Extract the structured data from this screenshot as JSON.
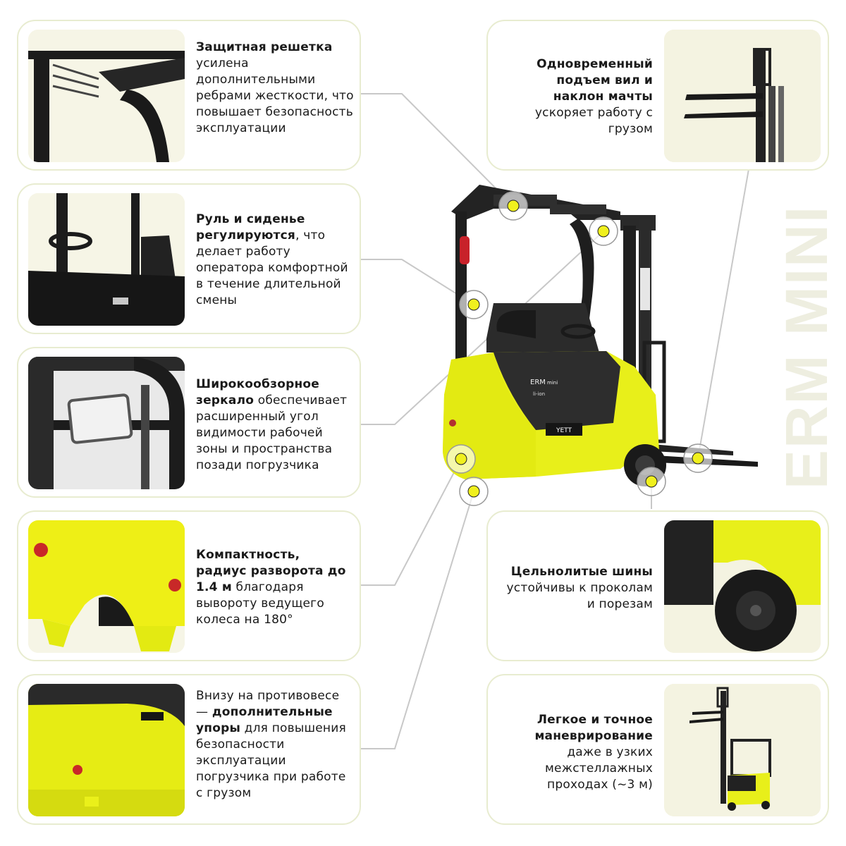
{
  "watermark": "ERM MINI",
  "colors": {
    "brand_yellow": "#f0f01e",
    "thumb_bg": "#f4f3e1",
    "card_border": "#e8ecd0",
    "line": "#c8c8c8"
  },
  "hero": {
    "model_label": "ERM",
    "model_sub": "mini",
    "battery_label": "li-ion",
    "brand": "YETT"
  },
  "features": [
    {
      "bold": "Защитная решетка",
      "rest": " усилена дополнительными ребрами жесткости, что повышает безопасность эксплуатации",
      "image": "overhead-guard"
    },
    {
      "bold": "Руль и сиденье регулируются",
      "rest": ", что делает работу оператора комфортной в течение длительной смены",
      "image": "steering-seat"
    },
    {
      "bold": "Широкообзорное зеркало",
      "rest": " обеспечивает расширенный угол видимости рабочей зоны и пространства позади погрузчика",
      "image": "mirror"
    },
    {
      "bold": "Компактность, радиус разворота до 1.4 м",
      "rest": " благодаря вывороту ведущего колеса на 180°",
      "image": "rear-turning"
    },
    {
      "pre": "Внизу на противовесе — ",
      "bold": "дополнительные упоры",
      "rest": " для повышения безопасности эксплуатации погрузчика при работе с грузом",
      "image": "counterweight"
    },
    {
      "bold": "Одновременный подъем вил и наклон мачты",
      "rest": " ускоряет работу с грузом",
      "image": "mast-forks"
    },
    {
      "bold": "Цельнолитые шины",
      "rest": " устойчивы к проколам и порезам",
      "image": "solid-tyre"
    },
    {
      "bold": "Легкое и точное маневрирование",
      "rest": " даже в узких межстеллажных проходах (~3 м)",
      "image": "full-forklift"
    }
  ]
}
